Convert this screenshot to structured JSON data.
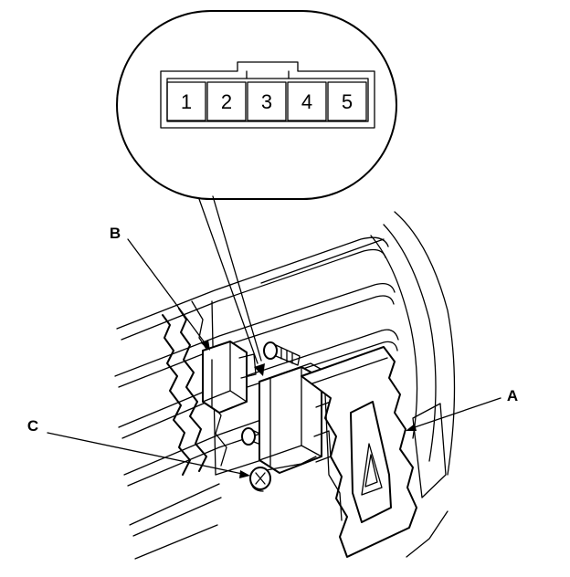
{
  "connector": {
    "pins": [
      "1",
      "2",
      "3",
      "4",
      "5"
    ]
  },
  "callouts": {
    "a": "A",
    "b": "B",
    "c": "C"
  }
}
